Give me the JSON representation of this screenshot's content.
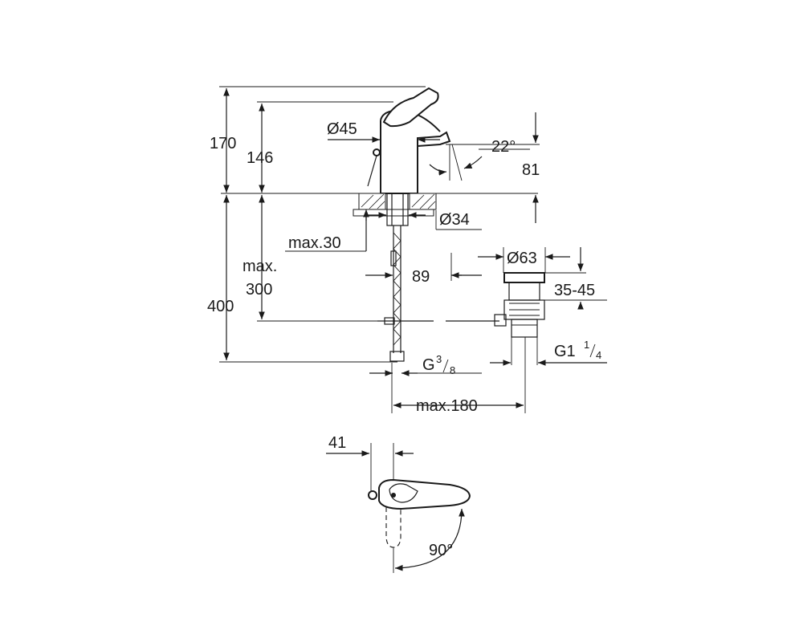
{
  "dimensions": {
    "total_height": "170",
    "spout_height": "146",
    "body_diameter": "Ø45",
    "spout_angle": "22°",
    "outlet_height": "81",
    "mounting_hole": "Ø34",
    "max_deck_thickness": "max.30",
    "max_hose_label": "max.",
    "max_hose_value": "300",
    "supply_length": "400",
    "waste_offset": "89",
    "waste_diameter": "Ø63",
    "waste_range": "35-45",
    "waste_thread_main": "G1",
    "waste_thread_num": "1",
    "waste_thread_den": "4",
    "supply_thread_main": "G",
    "supply_thread_num": "3",
    "supply_thread_den": "8",
    "max_projection": "max.180",
    "handle_offset": "41",
    "rotation_angle": "90°"
  }
}
